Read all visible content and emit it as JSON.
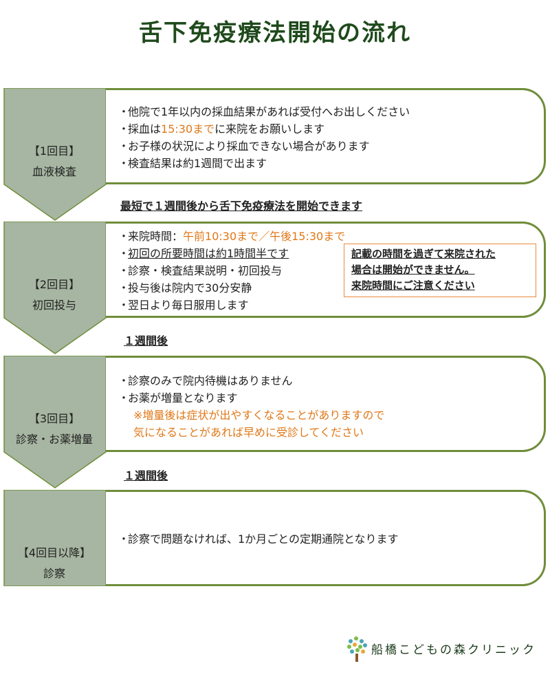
{
  "title": "舌下免疫療法開始の流れ",
  "steps": [
    {
      "label_top": "【1回目】",
      "label_bottom": "血液検査",
      "bullets": [
        "他院で1年以内の採血結果があれば受付へお出しください",
        {
          "pre": "採血は",
          "hl": "15:30まで",
          "post": "に来院をお願いします"
        },
        "お子様の状況により採血できない場合があります",
        "検査結果は約1週間で出ます"
      ]
    },
    {
      "label_top": "【2回目】",
      "label_bottom": "初回投与",
      "bullets": [
        {
          "pre": "来院時間：",
          "hl": "午前10:30まで／午後15:30まで"
        },
        "初回の所要時間は約1時間半です",
        "診察・検査結果説明・初回投与",
        "投与後は院内で30分安静",
        "翌日より毎日服用します"
      ]
    },
    {
      "label_top": "【3回目】",
      "label_bottom": "診察・お薬増量",
      "bullets": [
        "診察のみで院内待機はありません",
        "お薬が増量となります"
      ],
      "note_lines": [
        "※増量後は症状が出やすくなることがありますので",
        "気になることがあれば早めに受診してください"
      ]
    },
    {
      "label_top": "【4回目以降】",
      "label_bottom": "診察",
      "bullets": [
        "診察で問題なければ、1か月ごとの定期通院となります"
      ]
    }
  ],
  "between": [
    "最短で１週間後から舌下免疫療法を開始できます",
    "１週間後",
    "１週間後"
  ],
  "notice_lines": [
    "記載の時間を過ぎて来院された",
    "場合は開始ができません。",
    "来院時間にご注意ください"
  ],
  "logo_text": "船橋こどもの森クリニック",
  "colors": {
    "chevron_fill": "#a7b6a2",
    "chevron_stroke": "#6f8d3a",
    "box_border": "#6f8d3a",
    "title": "#1f4a1c",
    "highlight": "#e07818",
    "notice_border": "#e9893b"
  }
}
